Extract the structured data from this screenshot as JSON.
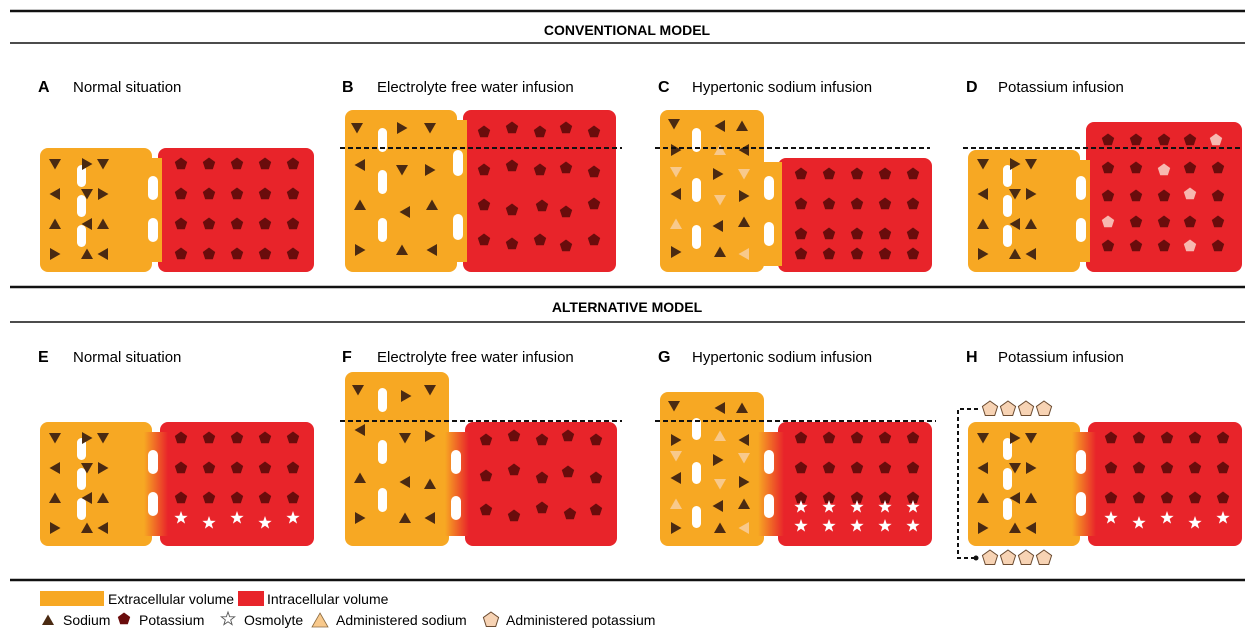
{
  "sections": {
    "conventional": "CONVENTIONAL MODEL",
    "alternative": "ALTERNATIVE MODEL"
  },
  "panels": [
    {
      "letter": "A",
      "title": "Normal situation"
    },
    {
      "letter": "B",
      "title": "Electrolyte free water infusion"
    },
    {
      "letter": "C",
      "title": "Hypertonic sodium infusion"
    },
    {
      "letter": "D",
      "title": "Potassium infusion"
    },
    {
      "letter": "E",
      "title": "Normal situation"
    },
    {
      "letter": "F",
      "title": "Electrolyte free water infusion"
    },
    {
      "letter": "G",
      "title": "Hypertonic sodium infusion"
    },
    {
      "letter": "H",
      "title": "Potassium infusion"
    }
  ],
  "legend": {
    "extracellular": "Extracellular volume",
    "intracellular": "Intracellular volume",
    "sodium": "Sodium",
    "potassium": "Potassium",
    "osmolyte": "Osmolyte",
    "admin_sodium": "Administered sodium",
    "admin_potassium": "Administered potassium"
  },
  "colors": {
    "extracellular": "#F7A823",
    "intracellular": "#E8242A",
    "sodium": "#4A2A12",
    "potassium": "#6A0C0C",
    "admin_sodium": "#F8C98C",
    "admin_potassium": "#F7D3B4"
  }
}
